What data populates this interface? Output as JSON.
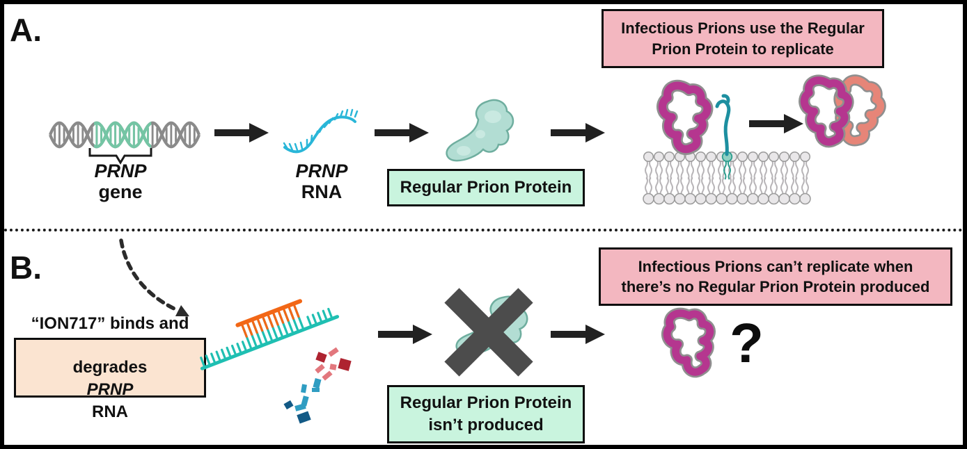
{
  "colors": {
    "box-pink": "#f3b7c0",
    "box-green": "#c9f4de",
    "box-tan": "#fbe4d1",
    "dna-gray": "#8a8a8a",
    "dna-green": "#74c5a4",
    "rna-cyan": "#29b6d8",
    "rna-teal": "#1fbfb2",
    "aso-orange": "#f26716",
    "protein-fill": "#b2ddd3",
    "protein-stroke": "#6fae9f",
    "protein-inner": "#c9e9e1",
    "prion-magenta": "#b5368f",
    "prion-salmon": "#e68578",
    "prion-outline": "#8f8f8f",
    "x-dark": "#4c4c4c",
    "membrane-fill": "#e9e7e9",
    "membrane-stroke": "#9a9a9a",
    "anchor-teal": "#2e9d8e",
    "strand-teal": "#1d8fa0",
    "arrow-black": "#212121",
    "frag-dark-red": "#ae2330",
    "frag-light-red": "#e2777d",
    "frag-light-blue": "#2f9dc2",
    "frag-dark-blue": "#135a86"
  },
  "panel_a": {
    "label": "A.",
    "gene_caption": {
      "name": "PRNP",
      "word": "gene"
    },
    "rna_caption": {
      "name": "PRNP",
      "word": "RNA"
    },
    "protein_box": {
      "lines": [
        "Regular Prion Protein"
      ]
    },
    "infectious_box": {
      "lines": [
        "Infectious Prions use the Regular",
        "Prion Protein to replicate"
      ]
    }
  },
  "panel_b": {
    "label": "B.",
    "ion_box": {
      "line1": "“ION717” binds and",
      "line2_pre": "degrades ",
      "line2_gene": "PRNP",
      "line2_post": " RNA"
    },
    "protein_box": {
      "lines": [
        "Regular Prion Protein",
        "isn’t produced"
      ]
    },
    "infectious_box": {
      "lines": [
        "Infectious Prions can’t replicate when",
        "there’s no Regular Prion Protein produced"
      ]
    },
    "question_mark": "?"
  }
}
